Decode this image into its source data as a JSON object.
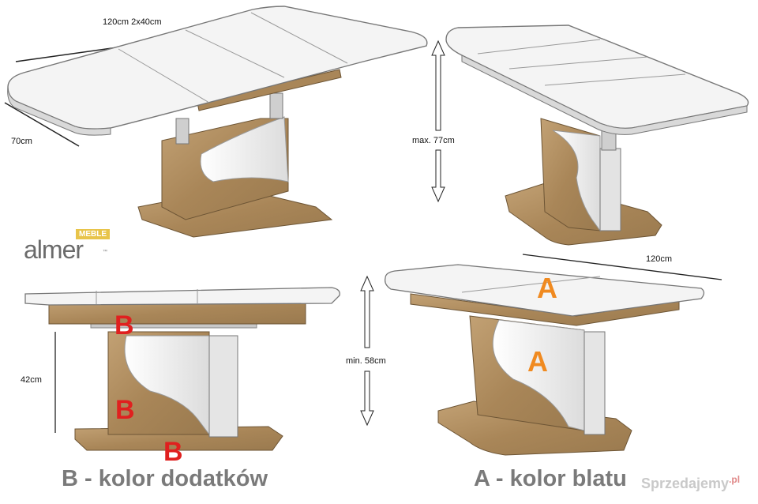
{
  "dimensions": {
    "top_length": "120cm 2x40cm",
    "width": "70cm",
    "max_height": "max. 77cm",
    "length_bottom": "120cm",
    "min_height": "min. 58cm",
    "side_height": "42cm"
  },
  "markers": {
    "a": "A",
    "b": "B"
  },
  "captions": {
    "b_caption": "B - kolor dodatków",
    "a_caption": "A - kolor blatu"
  },
  "logo": {
    "brand": "almer",
    "tag": "MEBLE",
    "tm": "™"
  },
  "watermark": {
    "text": "Sprzedajemy",
    "suffix": ".pl"
  },
  "colors": {
    "tabletop": "#f3f3f3",
    "wood": "#b08f63",
    "accent_a": "#f08a20",
    "accent_b": "#e0201f",
    "caption": "#7a7a7a"
  }
}
